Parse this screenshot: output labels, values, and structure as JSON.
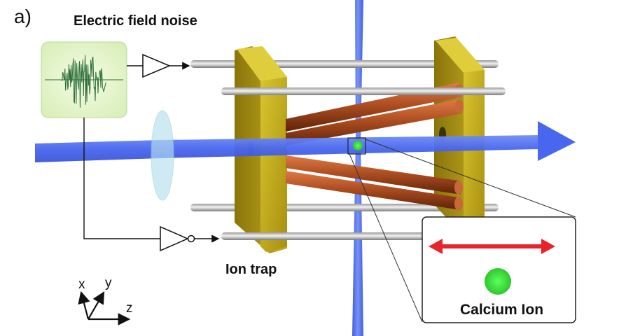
{
  "panel_label": "a)",
  "noise_title": "Electric field noise",
  "ion_trap_label": "Ion trap",
  "inset_label": "Calcium Ion",
  "axes": {
    "x": "x",
    "y": "y",
    "z": "z"
  },
  "icons": {
    "noise_generator": "noise-waveform-icon",
    "amplifier": "amplifier-triangle-icon",
    "inverter": "inverter-triangle-icon"
  },
  "colors": {
    "laser_beam": "#4a6cf0",
    "trap_plate": "#c9b31c",
    "electrode_copper": "#9a3c16",
    "ion": "#39e83a",
    "oscillation_arrow": "#e8242b",
    "noise_box": "#e8f6d0",
    "noise_trace": "#2d6e3a",
    "lens": "#b7e0ef"
  }
}
